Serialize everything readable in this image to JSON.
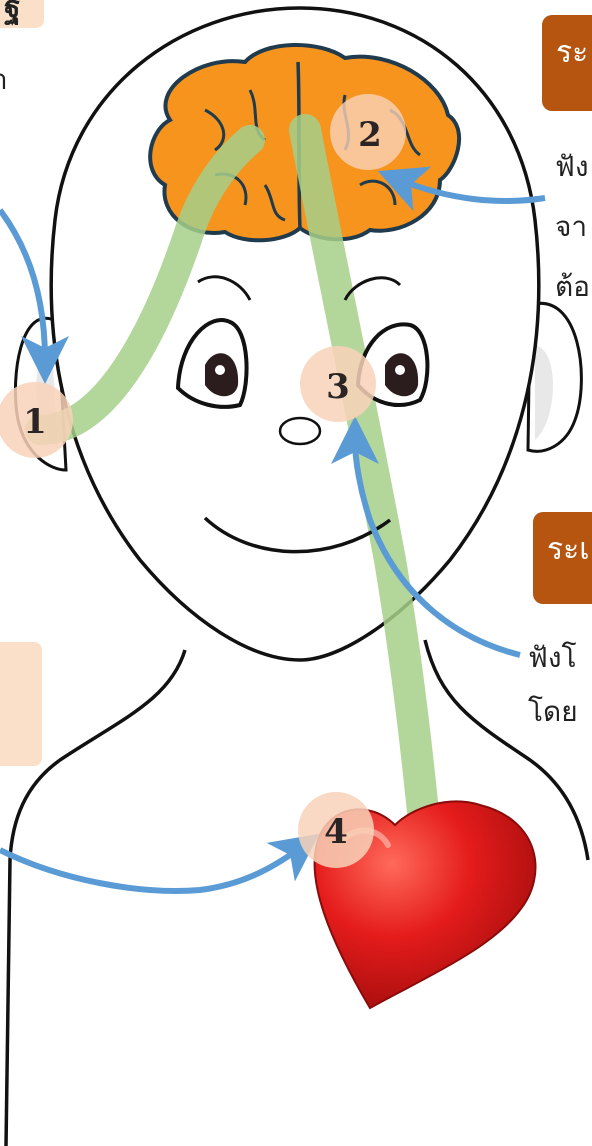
{
  "labels": {
    "top_left_tag": "ฐ",
    "top_left_text": "า",
    "right_tag_1": "ระ",
    "right_text_1_line1": "ฟัง",
    "right_text_1_line2": "จา",
    "right_text_1_line3": "ต้อ",
    "right_tag_2": "ระเ",
    "right_text_2_line1": "ฟังโ",
    "right_text_2_line2": "โดย"
  },
  "markers": [
    {
      "id": "1",
      "label": "1"
    },
    {
      "id": "2",
      "label": "2"
    },
    {
      "id": "3",
      "label": "3"
    },
    {
      "id": "4",
      "label": "4"
    }
  ],
  "colors": {
    "brain": "#f7941d",
    "brain_outline": "#1f3b4d",
    "pathway": "#a6cf8a",
    "arrow": "#5b9bd5",
    "marker": "#f8d2b8",
    "tag": "#b5550f",
    "tag_light": "#fbe0c9",
    "heart": "#e31e1e",
    "skin_outline": "#111111"
  }
}
